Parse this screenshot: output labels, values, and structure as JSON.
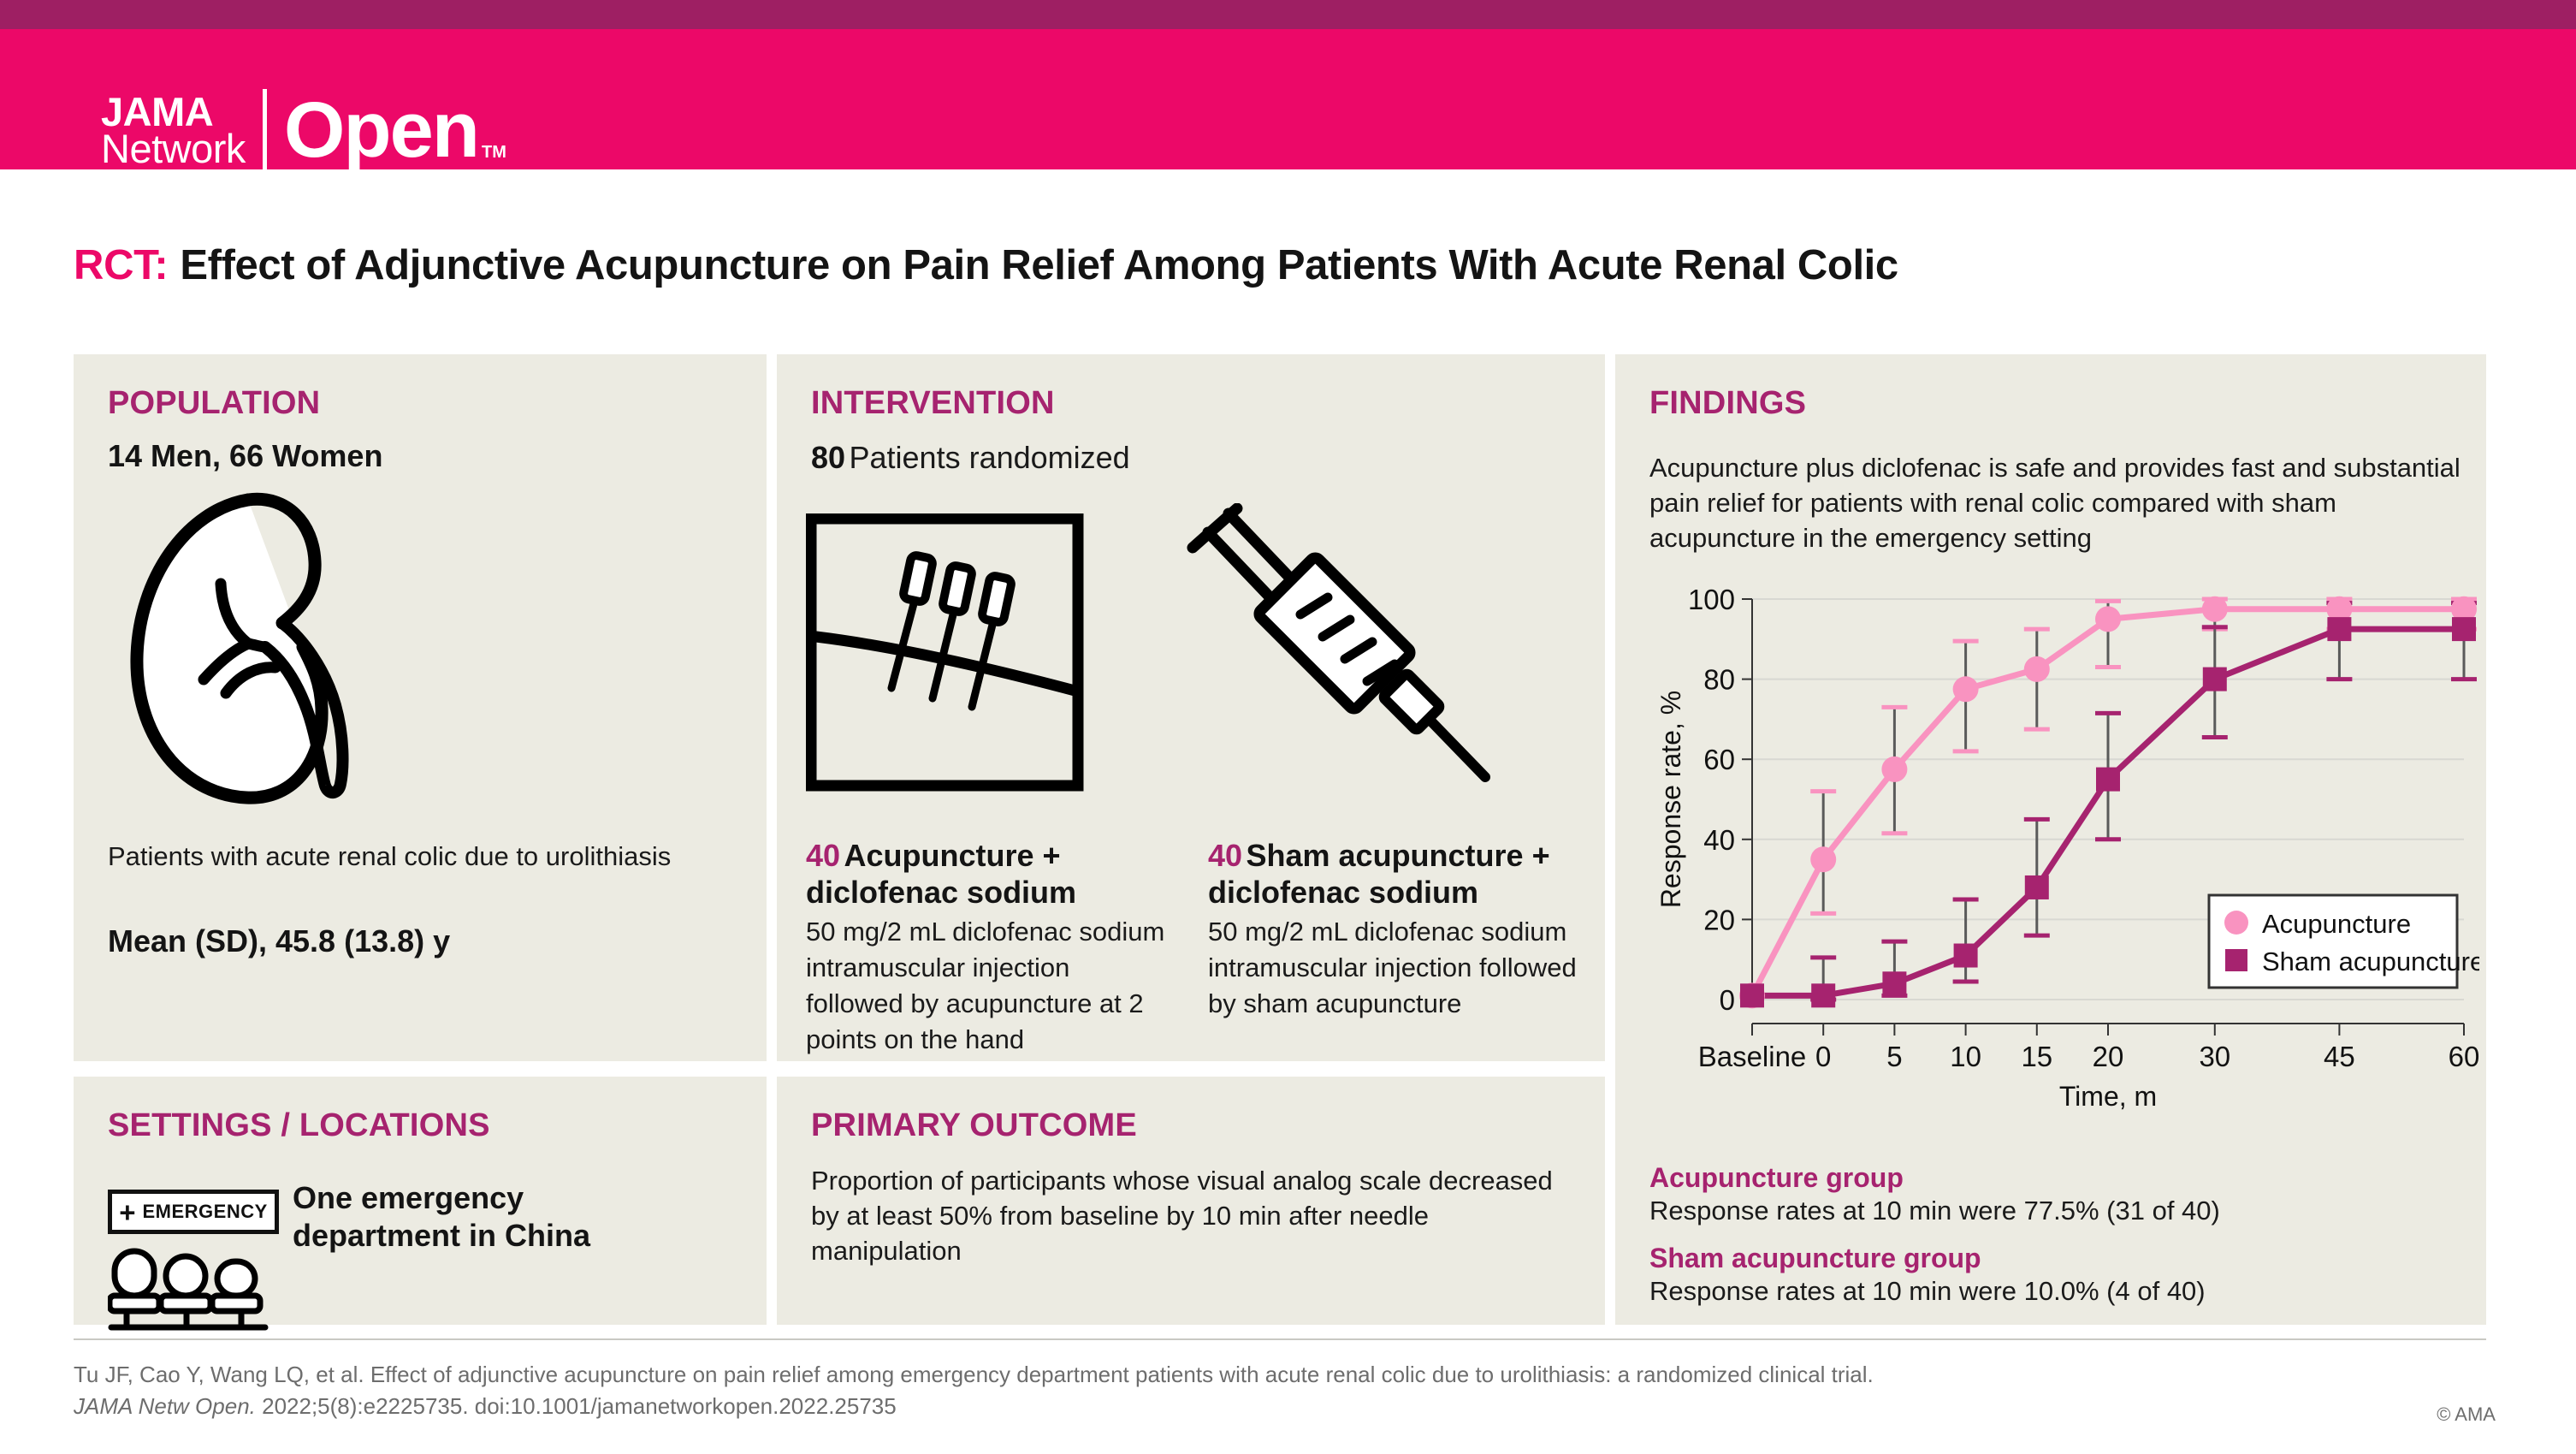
{
  "brand": {
    "line1": "JAMA",
    "line2": "Network",
    "word": "Open",
    "tm": "TM",
    "band_color": "#EC0868",
    "strip_color": "#9E1F63"
  },
  "title": {
    "tag": "RCT:",
    "text": "Effect of Adjunctive Acupuncture on Pain Relief Among Patients With Acute Renal Colic"
  },
  "population": {
    "heading": "POPULATION",
    "counts": "14 Men, 66 Women",
    "caption": "Patients with acute renal colic due to urolithiasis",
    "mean": "Mean (SD), 45.8 (13.8) y",
    "icon": "kidney-icon"
  },
  "settings": {
    "heading": "SETTINGS / LOCATIONS",
    "sign_plus": "+",
    "sign_word": "EMERGENCY",
    "text": "One emergency department in China"
  },
  "intervention": {
    "heading": "INTERVENTION",
    "randomized_n": "80",
    "randomized_label": "Patients randomized",
    "arms": [
      {
        "n": "40",
        "title": "Acupuncture + diclofenac sodium",
        "desc": "50 mg/2 mL diclofenac sodium intramuscular injection followed by acupuncture at 2 points on the hand"
      },
      {
        "n": "40",
        "title": "Sham acupuncture + diclofenac sodium",
        "desc": "50 mg/2 mL diclofenac sodium intramuscular injection followed by sham acupuncture"
      }
    ]
  },
  "primary_outcome": {
    "heading": "PRIMARY OUTCOME",
    "text": "Proportion of participants whose visual analog scale decreased by at least 50% from baseline by 10 min after needle manipulation"
  },
  "findings": {
    "heading": "FINDINGS",
    "summary": "Acupuncture plus diclofenac is safe and provides fast and substantial pain relief for patients with renal colic compared with sham acupuncture in the emergency setting",
    "stats": [
      {
        "group": "Acupuncture group",
        "detail": "Response rates at 10 min were 77.5% (31 of 40)"
      },
      {
        "group": "Sham acupuncture group",
        "detail": "Response rates at 10 min were 10.0% (4 of 40)"
      }
    ]
  },
  "chart_data": {
    "type": "line",
    "title": "",
    "xlabel": "Time, m",
    "ylabel": "Response rate, %",
    "categories": [
      "Baseline",
      "0",
      "5",
      "10",
      "15",
      "20",
      "30",
      "45",
      "60"
    ],
    "x_positions": [
      0,
      1,
      2,
      3,
      4,
      5,
      6.5,
      8.25,
      10
    ],
    "ylim": [
      0,
      100
    ],
    "yticks": [
      0,
      20,
      40,
      60,
      80,
      100
    ],
    "grid": true,
    "legend_position": "bottom-right",
    "series": [
      {
        "name": "Acupuncture",
        "color": "#F993C0",
        "marker": "circle",
        "values": [
          1.0,
          35.0,
          57.5,
          77.5,
          82.5,
          95.0,
          97.5,
          97.5,
          97.5
        ],
        "err_low": [
          1.0,
          21.5,
          41.5,
          62.0,
          67.5,
          83.0,
          92.5,
          92.5,
          92.5
        ],
        "err_high": [
          1.0,
          52.0,
          73.0,
          89.5,
          92.5,
          99.5,
          100.0,
          100.0,
          100.0
        ]
      },
      {
        "name": "Sham acupuncture",
        "color": "#A6236F",
        "marker": "square",
        "values": [
          1.0,
          1.0,
          4.0,
          11.0,
          28.0,
          55.0,
          80.0,
          92.5,
          92.5
        ],
        "err_low": [
          1.0,
          0.0,
          1.0,
          4.5,
          16.0,
          40.0,
          65.5,
          80.0,
          80.0
        ],
        "err_high": [
          1.0,
          10.5,
          14.5,
          25.0,
          45.0,
          71.5,
          93.0,
          99.0,
          99.0
        ]
      }
    ]
  },
  "footer": {
    "citation": "Tu JF, Cao Y, Wang LQ, et al. Effect of adjunctive acupuncture on pain relief among emergency department patients with acute renal colic due to urolithiasis: a randomized clinical trial.",
    "journal": "JAMA Netw Open.",
    "source": " 2022;5(8):e2225735. doi:10.1001/jamanetworkopen.2022.25735",
    "copyright": "© AMA"
  }
}
